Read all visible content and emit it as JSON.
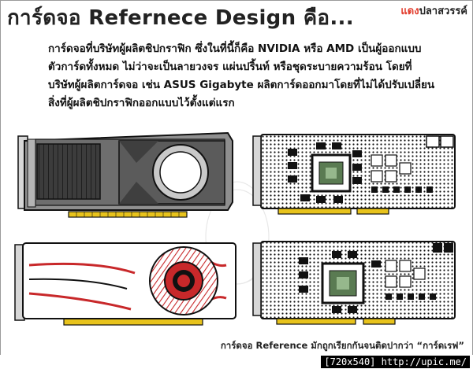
{
  "header": {
    "title": "การ์ดจอ Refernece Design คือ...",
    "brand_accent": "แดง",
    "brand_rest": "ปลาสวรรค์"
  },
  "body": {
    "lines": [
      "การ์ดจอที่บริษัทผู้ผลิตชิปกราฟิก ซึ่งในที่นี้ก็คือ NVIDIA หรือ AMD เป็นผู้ออกแบบ",
      "ตัวการ์ดทั้งหมด ไม่ว่าจะเป็นลายวงจร แผ่นปริ้นท์ หรือชุดระบายความร้อน โดยที่",
      "บริษัทผู้ผลิตการ์ดจอ เช่น ASUS Gigabyte ผลิตการ์ดออกมาโดยที่ไม่ได้ปรับเปลี่ยน",
      "สิ่งที่ผู้ผลิตชิปกราฟิกออกแบบไว้ตั้งแต่แรก"
    ]
  },
  "caption": "การ์ดจอ Reference มักถูกเรียกกันจนติดปากว่า “การ์ดเรฟ”",
  "footer": "[720x540] http://upic.me/",
  "colors": {
    "accent": "#e23b2b",
    "gold": "#e8c31c",
    "chip_green": "#5a7b52",
    "chip_inner": "#96b88c",
    "fan_red": "#c8282a"
  },
  "icons": [
    "nvidia-reference-card-illustration",
    "nvidia-pcb-illustration",
    "amd-reference-card-illustration",
    "amd-pcb-illustration"
  ]
}
